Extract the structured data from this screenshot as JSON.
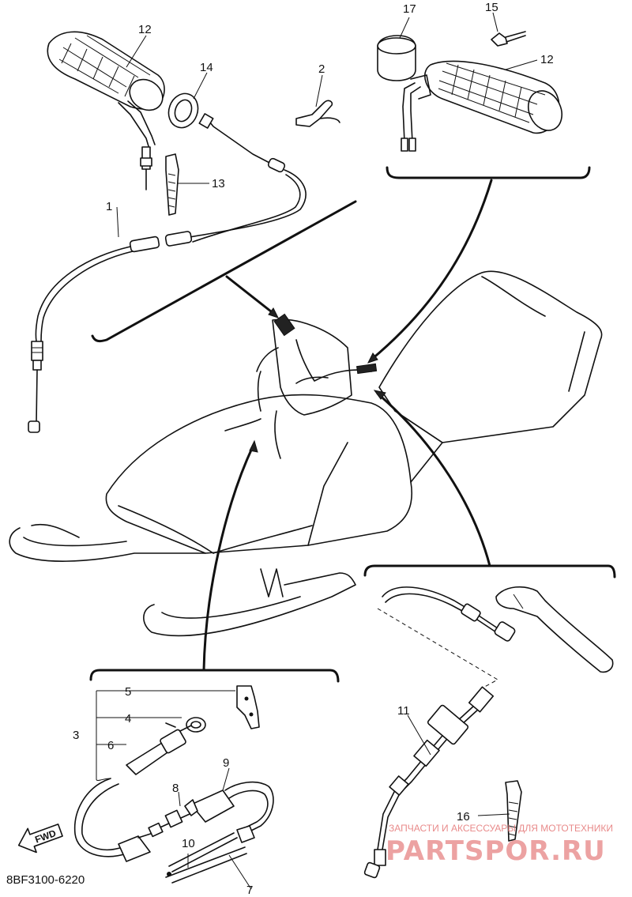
{
  "diagram": {
    "code": "8BF3100-6220",
    "direction_label": "FWD",
    "callouts": [
      {
        "id": "c1",
        "text": "1"
      },
      {
        "id": "c2",
        "text": "2"
      },
      {
        "id": "c3",
        "text": "3"
      },
      {
        "id": "c4",
        "text": "4"
      },
      {
        "id": "c5",
        "text": "5"
      },
      {
        "id": "c6",
        "text": "6"
      },
      {
        "id": "c7",
        "text": "7"
      },
      {
        "id": "c8",
        "text": "8"
      },
      {
        "id": "c9",
        "text": "9"
      },
      {
        "id": "c10",
        "text": "10"
      },
      {
        "id": "c11",
        "text": "11"
      },
      {
        "id": "c12a",
        "text": "12"
      },
      {
        "id": "c12b",
        "text": "12"
      },
      {
        "id": "c13",
        "text": "13"
      },
      {
        "id": "c14",
        "text": "14"
      },
      {
        "id": "c15",
        "text": "15"
      },
      {
        "id": "c16",
        "text": "16"
      },
      {
        "id": "c17",
        "text": "17"
      }
    ]
  },
  "watermark": {
    "tagline": "ЗАПЧАСТИ И АКСЕССУАРЫ ДЛЯ МОТОТЕХНИКИ",
    "site": "PARTSPOR.RU"
  }
}
